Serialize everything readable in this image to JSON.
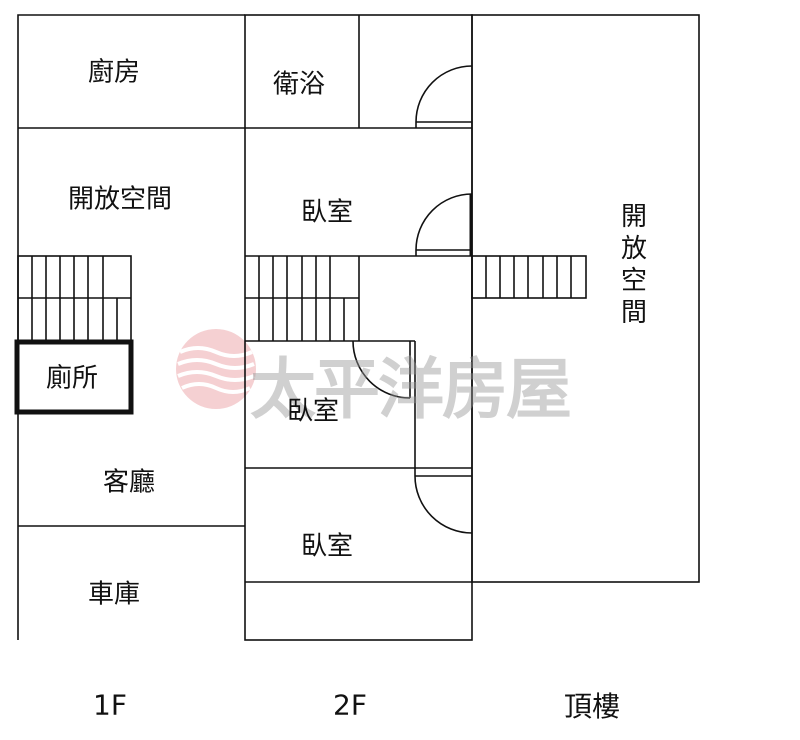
{
  "rooms": {
    "kitchen": "廚房",
    "open_space_1f": "開放空間",
    "toilet": "廁所",
    "living_room": "客廳",
    "garage": "車庫",
    "bathroom": "衛浴",
    "bedroom_1": "臥室",
    "bedroom_2": "臥室",
    "bedroom_3": "臥室",
    "open_space_roof": "開放空間"
  },
  "floors": [
    "1F",
    "2F",
    "頂樓"
  ],
  "watermark": "太平洋房屋",
  "colors": {
    "line": "#111111",
    "watermark_logo": "#e8838a"
  }
}
